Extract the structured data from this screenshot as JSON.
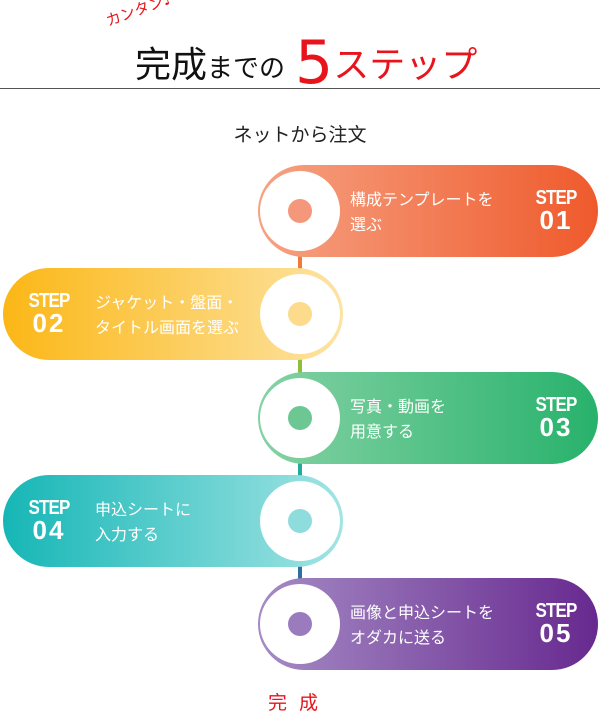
{
  "header": {
    "badge": "カンタン♪",
    "title_main": "完成",
    "title_mid": "までの",
    "title_num": "5",
    "title_tail": "ステップ"
  },
  "subtitle": "ネットから注文",
  "steps": [
    {
      "label": "STEP",
      "number": "01",
      "text": "構成テンプレートを\n選ぶ",
      "color_from": "#f6a283",
      "color_to": "#ef5a2c",
      "dot": "#f4977a"
    },
    {
      "label": "STEP",
      "number": "02",
      "text": "ジャケット・盤面・\nタイトル画面を選ぶ",
      "color_from": "#fbb716",
      "color_to": "#fde3a2",
      "dot": "#fcdc8c"
    },
    {
      "label": "STEP",
      "number": "03",
      "text": "写真・動画を\n用意する",
      "color_from": "#85d2a4",
      "color_to": "#28b26c",
      "dot": "#6cc793"
    },
    {
      "label": "STEP",
      "number": "04",
      "text": "申込シートに\n入力する",
      "color_from": "#16b6b6",
      "color_to": "#a2e4e4",
      "dot": "#8fdcdc"
    },
    {
      "label": "STEP",
      "number": "05",
      "text": "画像と申込シートを\nオダカに送る",
      "color_from": "#a58bc5",
      "color_to": "#67298f",
      "dot": "#9a7bbd"
    }
  ],
  "footer": "完成"
}
